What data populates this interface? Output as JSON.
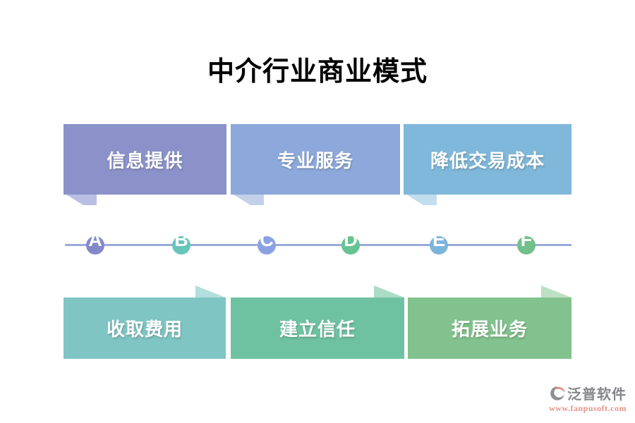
{
  "title": "中介行业商业模式",
  "top_row": {
    "boxes": [
      {
        "label": "信息提供",
        "color": "#8a92c9",
        "tail_color": "#b9bfe2"
      },
      {
        "label": "专业服务",
        "color": "#8da8da",
        "tail_color": "#c3d0ea"
      },
      {
        "label": "降低交易成本",
        "color": "#7fb8da",
        "tail_color": "#c2ddee"
      }
    ]
  },
  "timeline": {
    "line_color": "#9aabd7",
    "nodes": [
      {
        "label": "A",
        "color": "#8487ca"
      },
      {
        "label": "B",
        "color": "#67c5ba"
      },
      {
        "label": "C",
        "color": "#8aa2e1"
      },
      {
        "label": "D",
        "color": "#67c492"
      },
      {
        "label": "E",
        "color": "#7cb4db"
      },
      {
        "label": "F",
        "color": "#73bf8b"
      }
    ]
  },
  "bottom_row": {
    "boxes": [
      {
        "label": "收取费用",
        "color": "#7fc5c3",
        "tail_color": "#b2dfdd"
      },
      {
        "label": "建立信任",
        "color": "#6fc2a1",
        "tail_color": "#aadcc7"
      },
      {
        "label": "拓展业务",
        "color": "#82c28e",
        "tail_color": "#bce0c3"
      }
    ]
  },
  "watermark": {
    "name": "泛普软件",
    "url": "www.fanpusoft.com",
    "name_color": "#85868a",
    "url_color": "#e2948a",
    "logo_gray": "#8b8e93",
    "logo_accent": "#df9287"
  }
}
